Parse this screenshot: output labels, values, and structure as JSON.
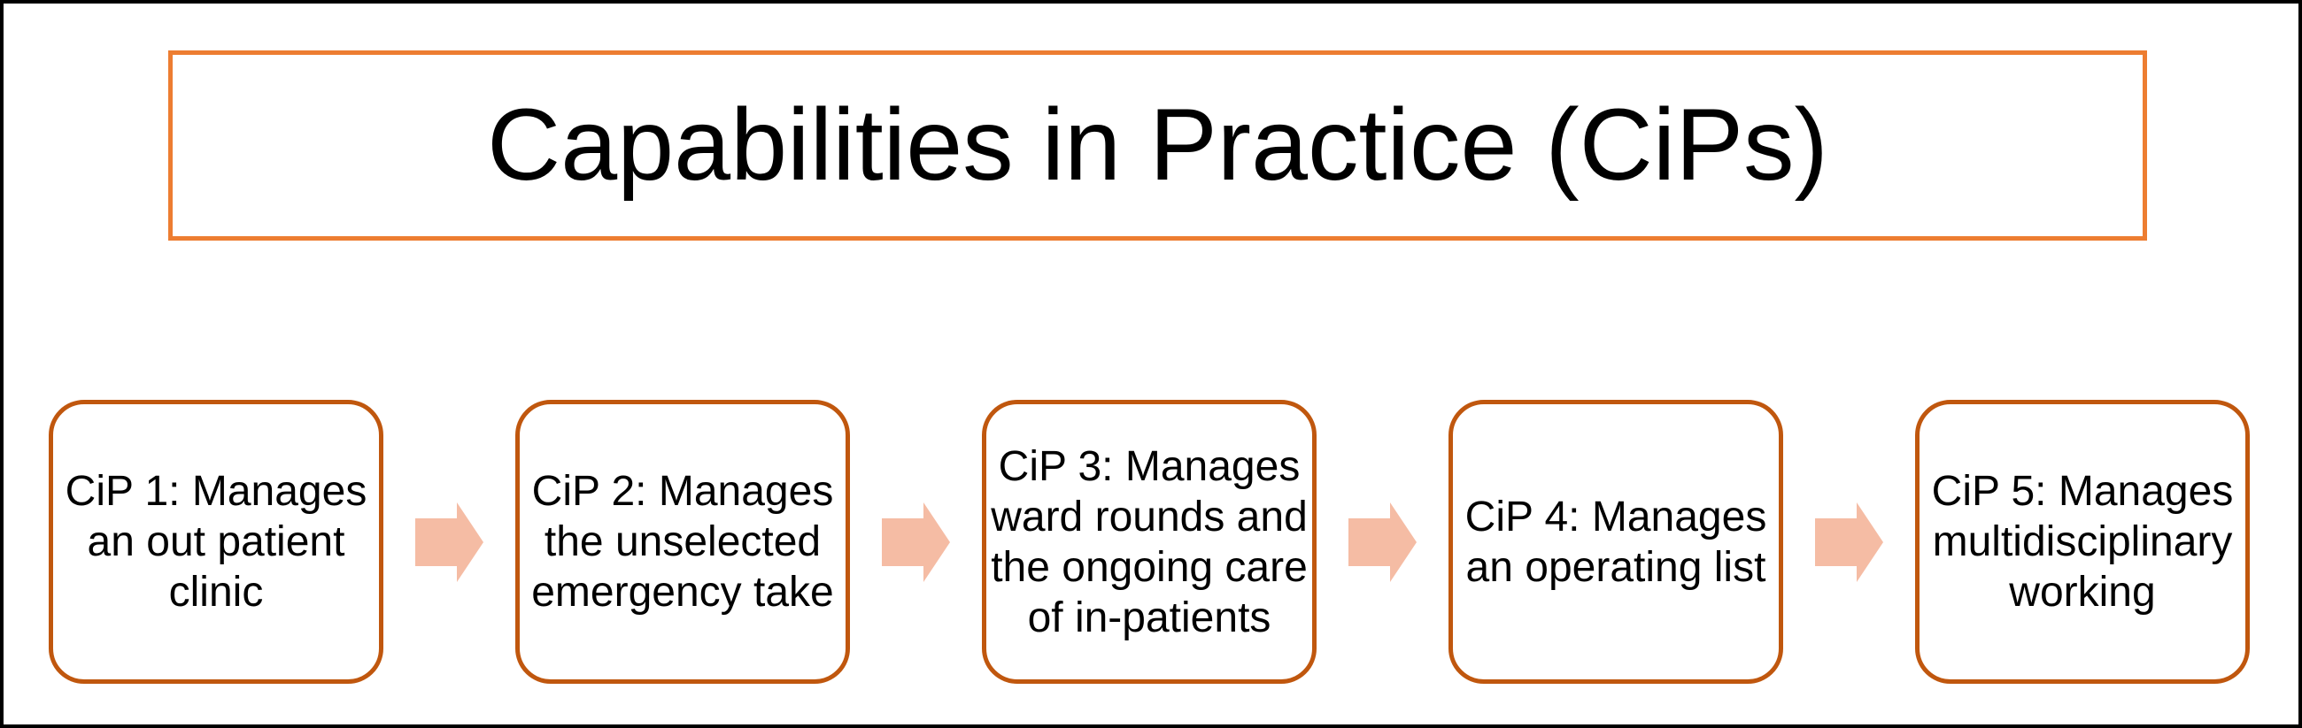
{
  "title": "Capabilities in Practice (CiPs)",
  "colors": {
    "title_border": "#ED7D31",
    "box_border": "#C0570E",
    "arrow_fill": "#F5BCA4",
    "frame": "#000000",
    "background": "#FFFFFF",
    "text": "#000000"
  },
  "flow": {
    "connector_icon": "right-arrow",
    "boxes": [
      {
        "id": "cip-1",
        "label": "CiP 1: Manages an out patient clinic",
        "lines": [
          "CiP 1: Manages",
          "an out patient",
          "clinic"
        ]
      },
      {
        "id": "cip-2",
        "label": "CiP 2: Manages the unselected emergency take",
        "lines": [
          "CiP 2: Manages",
          "the unselected",
          "emergency take"
        ]
      },
      {
        "id": "cip-3",
        "label": "CiP 3: Manages ward rounds and the ongoing care of in-patients",
        "lines": [
          "CiP 3: Manages",
          "ward rounds and",
          "the ongoing care",
          "of in-patients"
        ]
      },
      {
        "id": "cip-4",
        "label": "CiP 4: Manages an operating list",
        "lines": [
          "CiP 4: Manages",
          "an operating list"
        ]
      },
      {
        "id": "cip-5",
        "label": "CiP 5: Manages multidisciplinary working",
        "lines": [
          "CiP 5: Manages",
          "multidisciplinary",
          "working"
        ]
      }
    ]
  }
}
